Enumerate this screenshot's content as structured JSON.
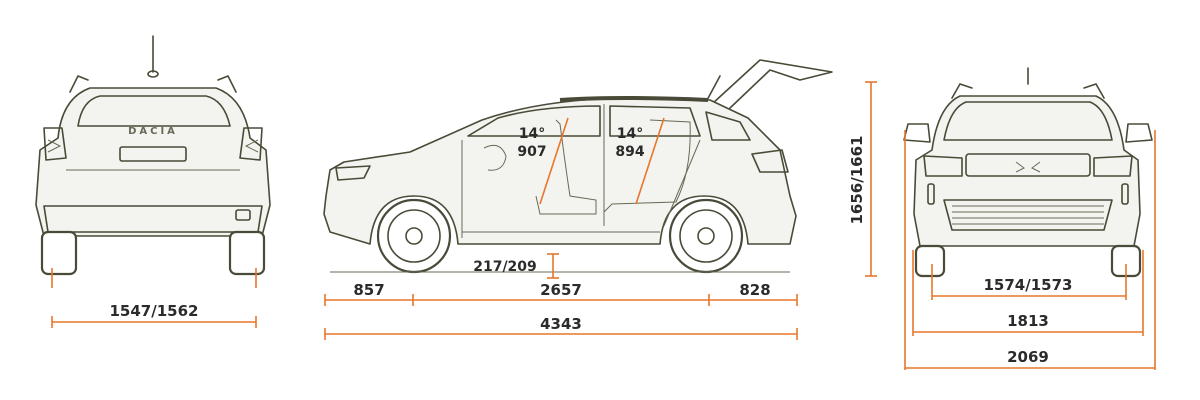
{
  "logo_text": "DACIA",
  "colors": {
    "dimension_line": "#e8762b",
    "car_outline": "#4a4a38",
    "label_text": "#2b2b2b"
  },
  "rear_view": {
    "track_width": "1547/1562"
  },
  "side_view": {
    "front_seat_angle": "14°",
    "front_seat_distance": "907",
    "rear_seat_angle": "14°",
    "rear_seat_distance": "894",
    "ground_clearance": "217/209",
    "front_overhang": "857",
    "wheelbase": "2657",
    "rear_overhang": "828",
    "overall_length": "4343",
    "height": "1656/1661"
  },
  "front_view": {
    "track_width": "1574/1573",
    "body_width": "1813",
    "width_with_mirrors": "2069"
  }
}
